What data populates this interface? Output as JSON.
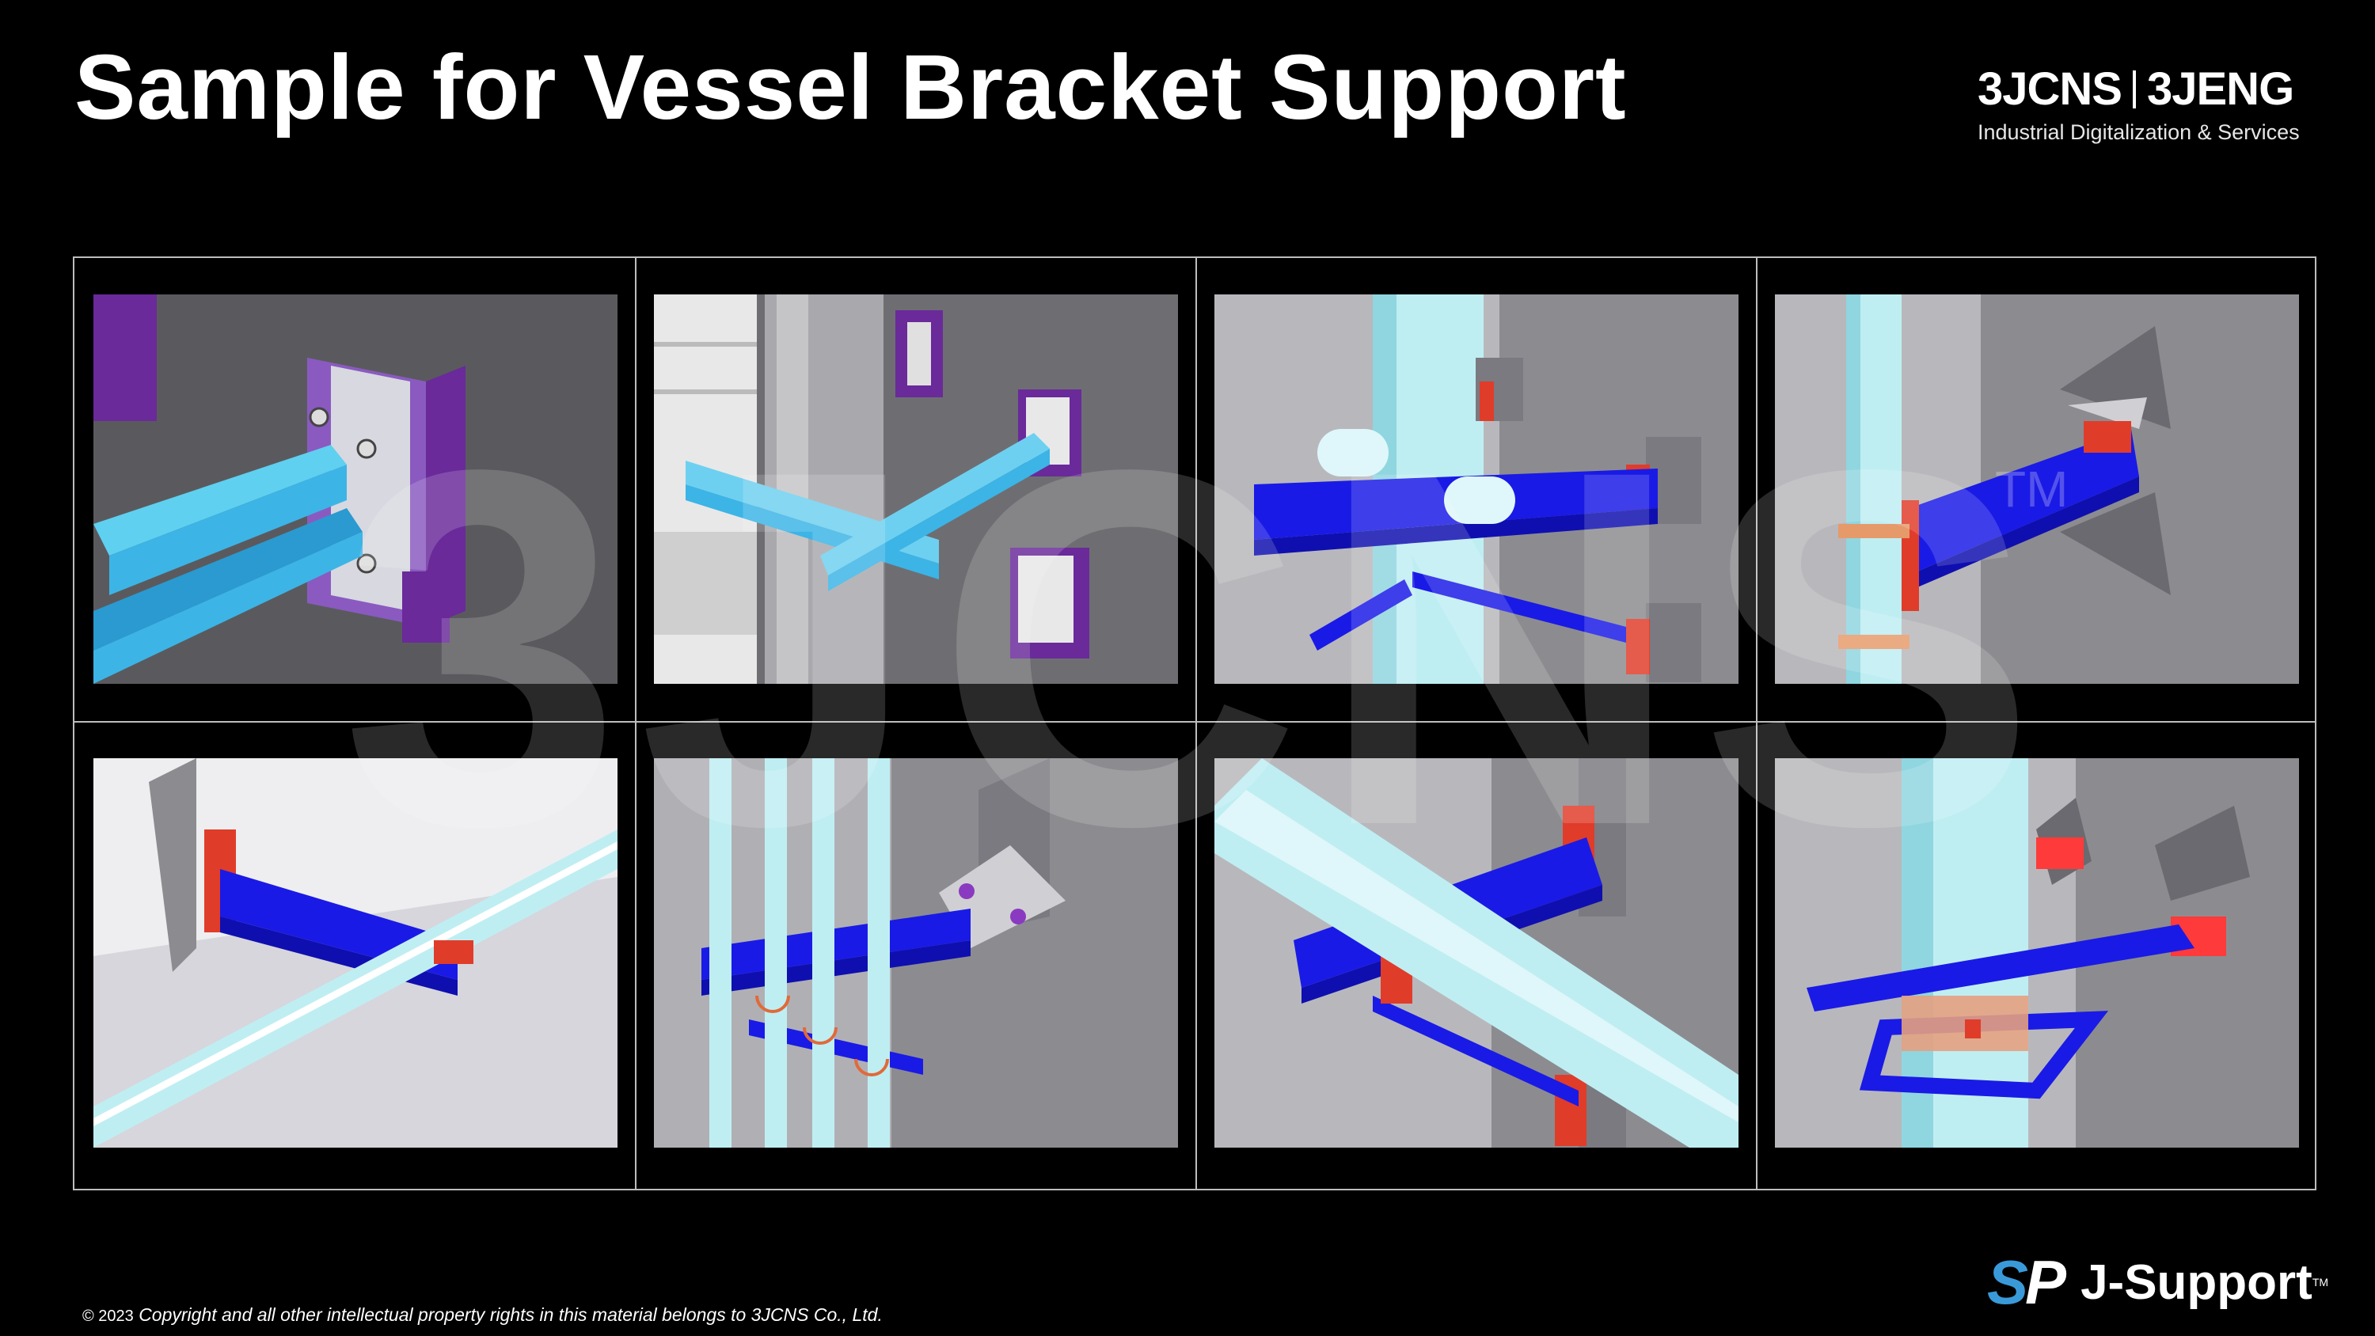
{
  "header": {
    "title": "Sample for Vessel Bracket Support"
  },
  "logo": {
    "left": "3JCNS",
    "right": "3JENG",
    "subtitle": "Industrial Digitalization & Services"
  },
  "watermark": {
    "text": "3JCNS",
    "tm": "TM"
  },
  "footer": {
    "copyright_symbol": "© 2023",
    "copyright_text": "Copyright and all other intellectual property rights in this material belongs to 3JCNS Co., Ltd.",
    "product_mark_s": "S",
    "product_mark_p": "P",
    "product_name": "J-Support",
    "product_tm": "TM"
  },
  "colors": {
    "background": "#000000",
    "beam_blue": "#1a1ae6",
    "light_blue_steel": "#3cb4e6",
    "pipe_cyan": "#bfeef2",
    "plate_red": "#e03c2a",
    "bracket_purple": "#6a2a9a",
    "vessel_gray": "#8a8a90"
  },
  "gallery": [
    {
      "icon": "purple-plate-beam-render"
    },
    {
      "icon": "cross-beam-on-column-render"
    },
    {
      "icon": "vertical-pipe-bracket-render"
    },
    {
      "icon": "clamp-bracket-render"
    },
    {
      "icon": "horizontal-pipe-cantilever-render"
    },
    {
      "icon": "multi-pipe-bracket-render"
    },
    {
      "icon": "diagonal-pipe-beam-render"
    },
    {
      "icon": "frame-around-pipe-render"
    }
  ]
}
